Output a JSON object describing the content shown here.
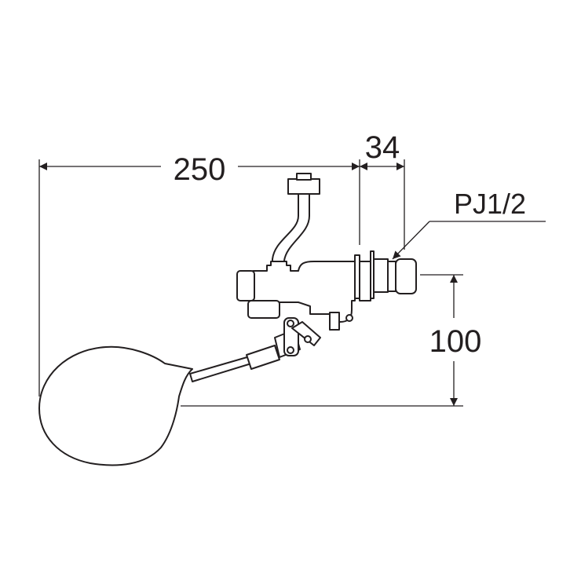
{
  "dimensions": {
    "overall_length": "250",
    "connection_length": "34",
    "height": "100"
  },
  "thread_label": "PJ1/2",
  "colors": {
    "line": "#231f20",
    "background": "#ffffff"
  }
}
